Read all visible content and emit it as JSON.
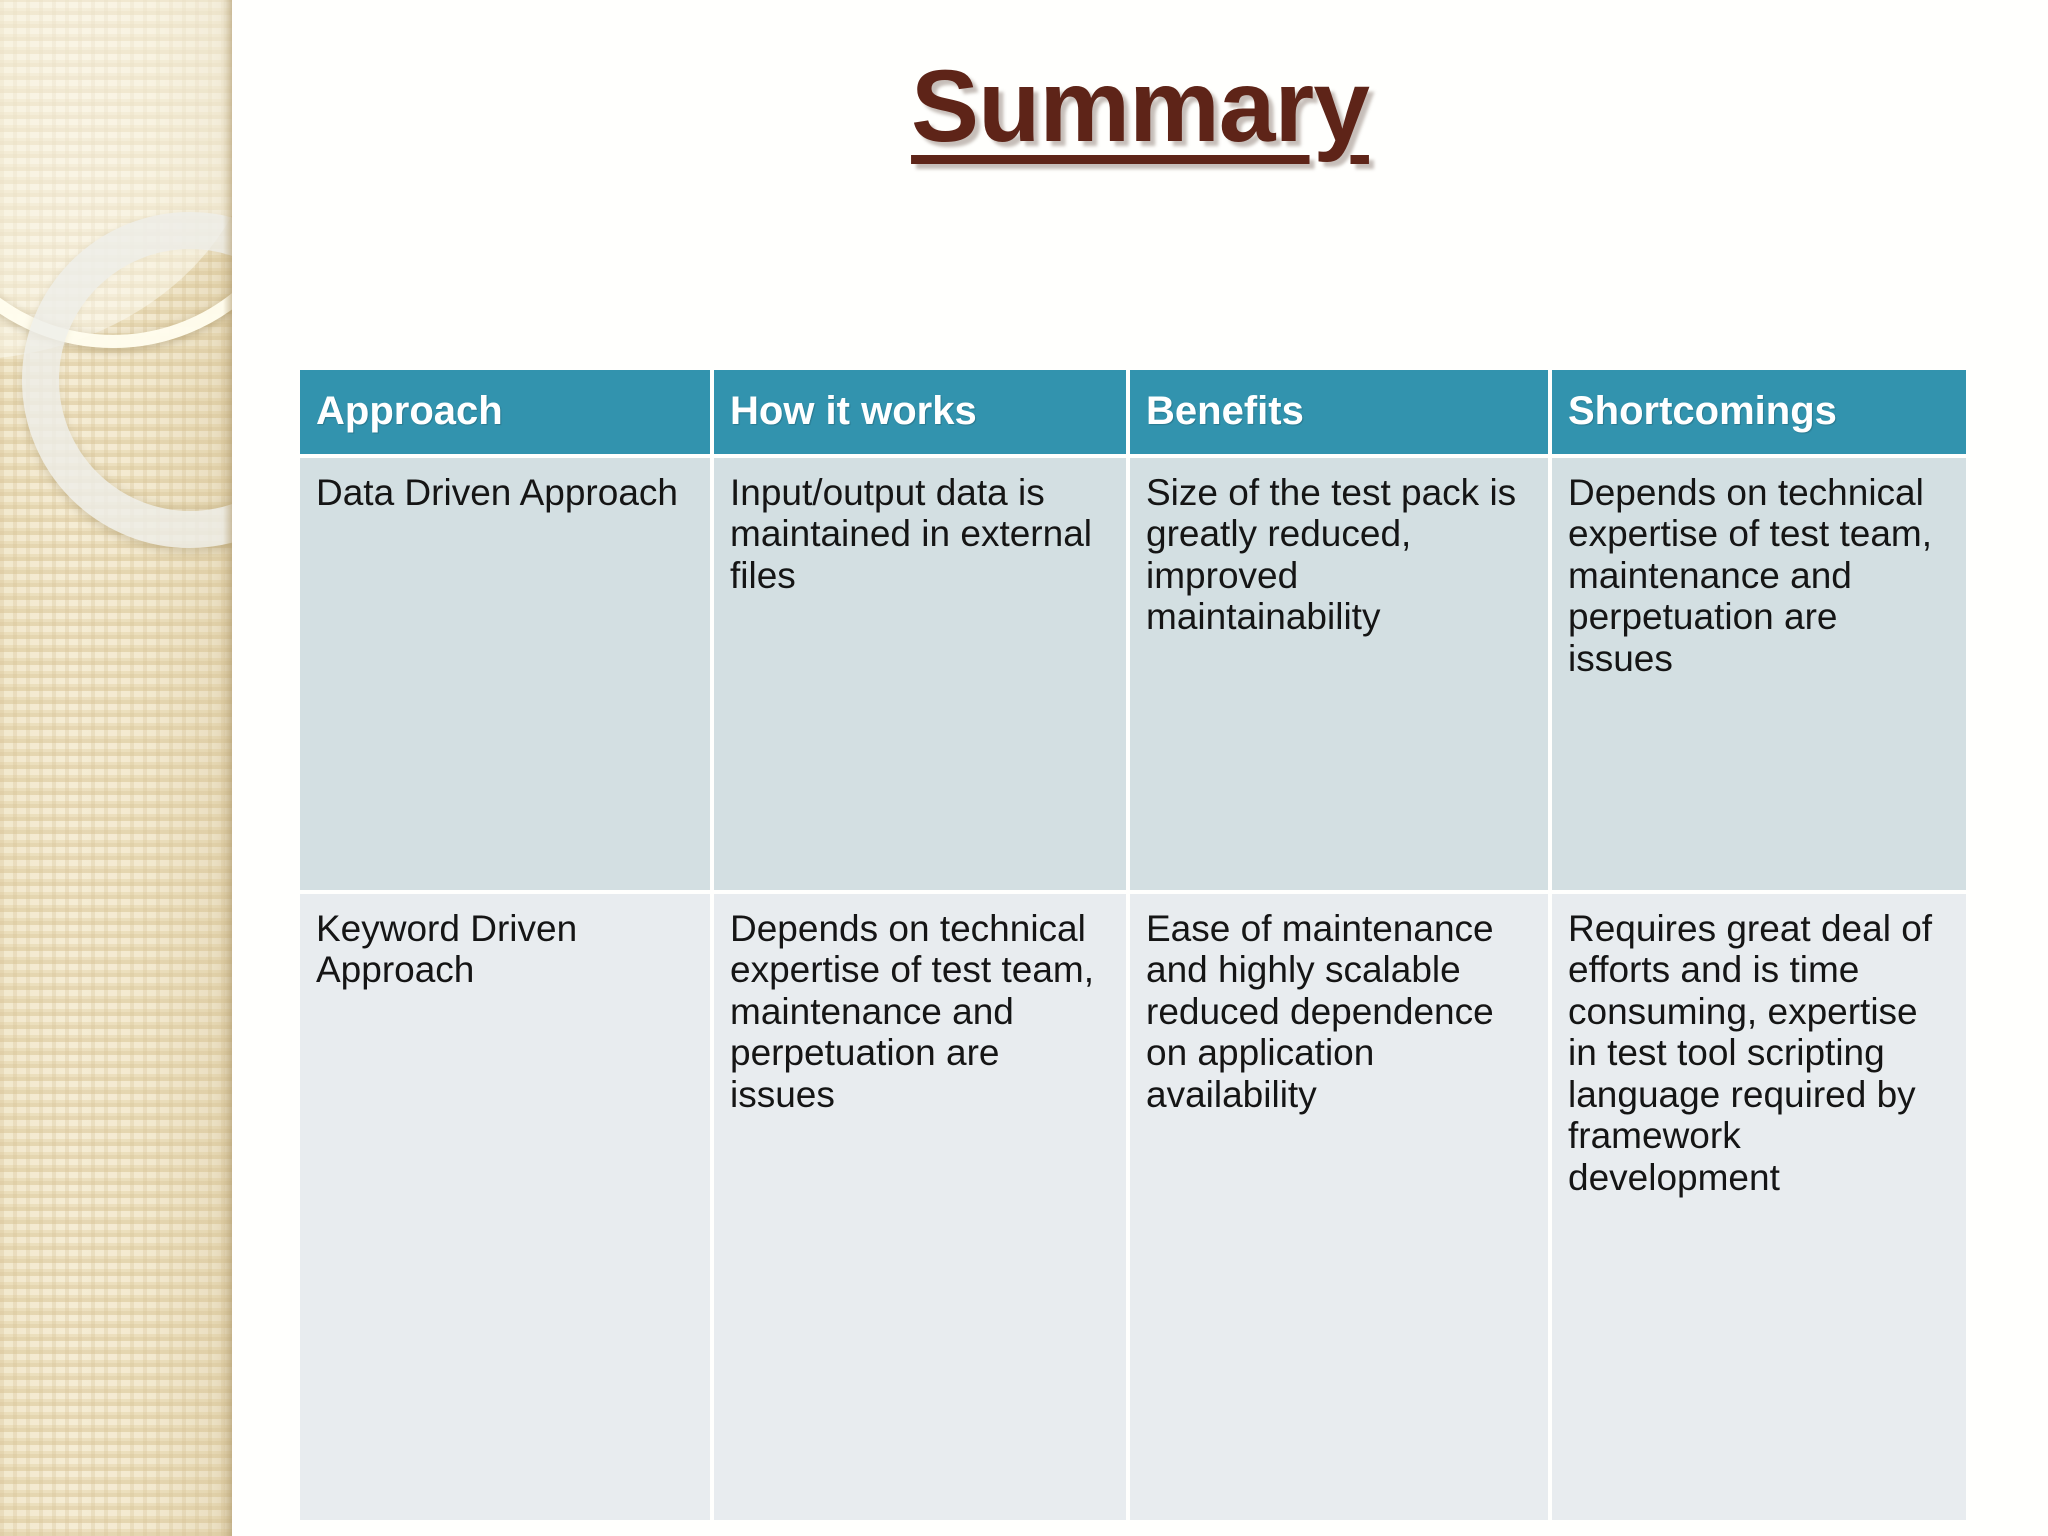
{
  "slide": {
    "title": "Summary"
  },
  "table": {
    "columns": [
      {
        "label": "Approach"
      },
      {
        "label": "How it works"
      },
      {
        "label": "Benefits"
      },
      {
        "label": "Shortcomings"
      }
    ],
    "rows": [
      {
        "approach": "Data Driven Approach",
        "how_it_works": "Input/output data is maintained in external files",
        "benefits": "Size of the test pack is greatly reduced, improved maintainability",
        "shortcomings": "Depends on technical expertise of test team, maintenance and perpetuation are issues"
      },
      {
        "approach": "Keyword Driven Approach",
        "how_it_works": "Depends on technical expertise of test team, maintenance and perpetuation are issues",
        "benefits": "Ease of maintenance and highly scalable reduced dependence on application availability",
        "shortcomings": "Requires great deal of efforts and is time consuming, expertise in test tool scripting language required by framework development"
      }
    ]
  },
  "colors": {
    "title": "#5E2418",
    "header_bg": "#3293AE",
    "header_text": "#FFFFFF",
    "row_a_bg": "#D3DFE2",
    "row_b_bg": "#E8ECEF",
    "sidebar_bg": "#F0E4C4",
    "slide_bg": "#FFFFFD"
  }
}
